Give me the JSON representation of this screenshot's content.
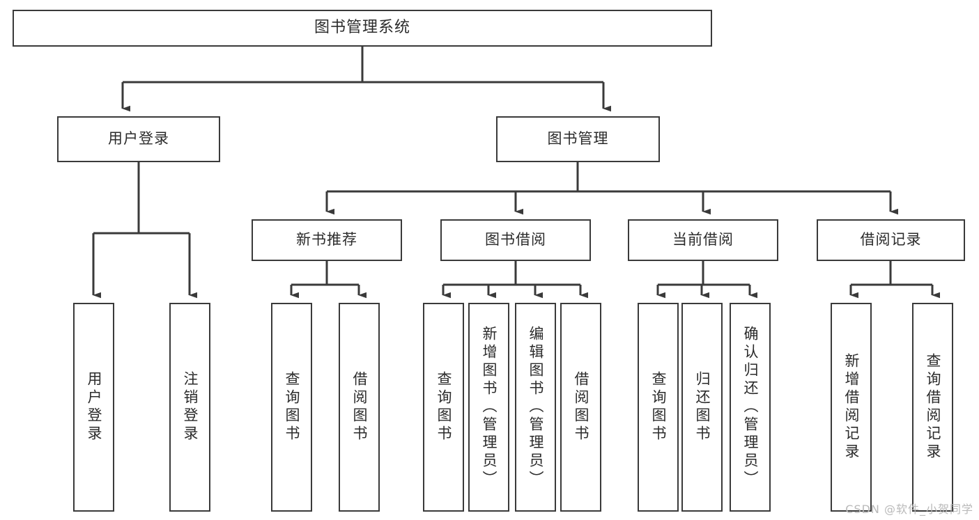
{
  "diagram": {
    "type": "tree-hierarchy",
    "title": "图书管理系统",
    "root": {
      "id": "root",
      "label": "图书管理系统"
    },
    "level2": [
      {
        "id": "user-login",
        "label": "用户登录"
      },
      {
        "id": "book-manage",
        "label": "图书管理"
      }
    ],
    "level3": [
      {
        "id": "new-book-rec",
        "label": "新书推荐"
      },
      {
        "id": "book-borrow",
        "label": "图书借阅"
      },
      {
        "id": "current-borrow",
        "label": "当前借阅"
      },
      {
        "id": "borrow-record",
        "label": "借阅记录"
      }
    ],
    "leaves": [
      {
        "id": "leaf-user-login",
        "label": "用户登录",
        "parent": "user-login"
      },
      {
        "id": "leaf-logout",
        "label": "注销登录",
        "parent": "user-login"
      },
      {
        "id": "leaf-query-book-1",
        "label": "查询图书",
        "parent": "new-book-rec"
      },
      {
        "id": "leaf-borrow-book-1",
        "label": "借阅图书",
        "parent": "new-book-rec"
      },
      {
        "id": "leaf-query-book-2",
        "label": "查询图书",
        "parent": "book-borrow"
      },
      {
        "id": "leaf-add-book",
        "label": "新增图书（管理员）",
        "parent": "book-borrow"
      },
      {
        "id": "leaf-edit-book",
        "label": "编辑图书（管理员）",
        "parent": "book-borrow"
      },
      {
        "id": "leaf-borrow-book-2",
        "label": "借阅图书",
        "parent": "book-borrow"
      },
      {
        "id": "leaf-query-book-3",
        "label": "查询图书",
        "parent": "current-borrow"
      },
      {
        "id": "leaf-return-book",
        "label": "归还图书",
        "parent": "current-borrow"
      },
      {
        "id": "leaf-confirm-return",
        "label": "确认归还（管理员）",
        "parent": "current-borrow"
      },
      {
        "id": "leaf-add-record",
        "label": "新增借阅记录",
        "parent": "borrow-record"
      },
      {
        "id": "leaf-query-record",
        "label": "查询借阅记录",
        "parent": "borrow-record"
      }
    ],
    "colors": {
      "stroke": "#3a3a3a",
      "text": "#2b2b2b",
      "background": "#ffffff",
      "watermark": "#b9b9b9"
    }
  },
  "watermark": {
    "text": "CSDN @软件_小贺同学"
  }
}
